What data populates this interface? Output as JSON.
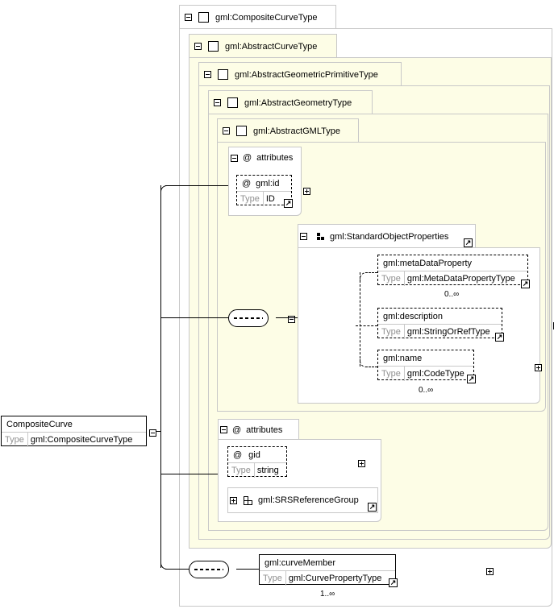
{
  "root": {
    "name": "CompositeCurve",
    "type_label": "Type",
    "type_value": "gml:CompositeCurveType"
  },
  "types": {
    "composite_curve_type": "gml:CompositeCurveType",
    "abstract_curve_type": "gml:AbstractCurveType",
    "abstract_geometric_primitive_type": "gml:AbstractGeometricPrimitiveType",
    "abstract_geometry_type": "gml:AbstractGeometryType",
    "abstract_gml_type": "gml:AbstractGMLType"
  },
  "attributes_gml": {
    "title": "attributes",
    "at_symbol": "@",
    "id": {
      "name": "gml:id",
      "type_label": "Type",
      "type_value": "ID"
    }
  },
  "standard_object_properties": {
    "group": "gml:StandardObjectProperties",
    "meta_data_property": {
      "name": "gml:metaDataProperty",
      "type_label": "Type",
      "type_value": "gml:MetaDataPropertyType",
      "cardinality": "0..∞"
    },
    "description": {
      "name": "gml:description",
      "type_label": "Type",
      "type_value": "gml:StringOrRefType"
    },
    "name": {
      "name": "gml:name",
      "type_label": "Type",
      "type_value": "gml:CodeType",
      "cardinality": "0..∞"
    }
  },
  "attributes_geometry": {
    "title": "attributes",
    "at_symbol": "@",
    "gid": {
      "name": "gid",
      "type_label": "Type",
      "type_value": "string"
    },
    "srs_group": "gml:SRSReferenceGroup"
  },
  "curve_member": {
    "name": "gml:curveMember",
    "type_label": "Type",
    "type_value": "gml:CurvePropertyType",
    "cardinality": "1..∞"
  },
  "colors": {
    "frame_fill": "#fdfde6",
    "frame_border": "#c8c8c8",
    "type_label": "#909090"
  }
}
